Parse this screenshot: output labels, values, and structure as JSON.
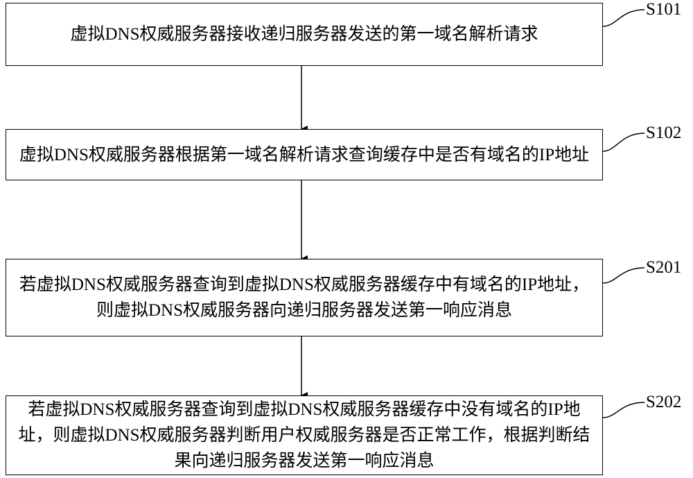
{
  "steps": [
    {
      "id": "S101",
      "text": "虚拟DNS权威服务器接收递归服务器发送的第一域名解析请求"
    },
    {
      "id": "S102",
      "text": "虚拟DNS权威服务器根据第一域名解析请求查询缓存中是否有域名的IP地址"
    },
    {
      "id": "S201",
      "text": "若虚拟DNS权威服务器查询到虚拟DNS权威服务器缓存中有域名的IP地址，则虚拟DNS权威服务器向递归服务器发送第一响应消息"
    },
    {
      "id": "S202",
      "text": "若虚拟DNS权威服务器查询到虚拟DNS权威服务器缓存中没有域名的IP地址，则虚拟DNS权威服务器判断用户权威服务器是否正常工作，根据判断结果向递归服务器发送第一响应消息"
    }
  ]
}
